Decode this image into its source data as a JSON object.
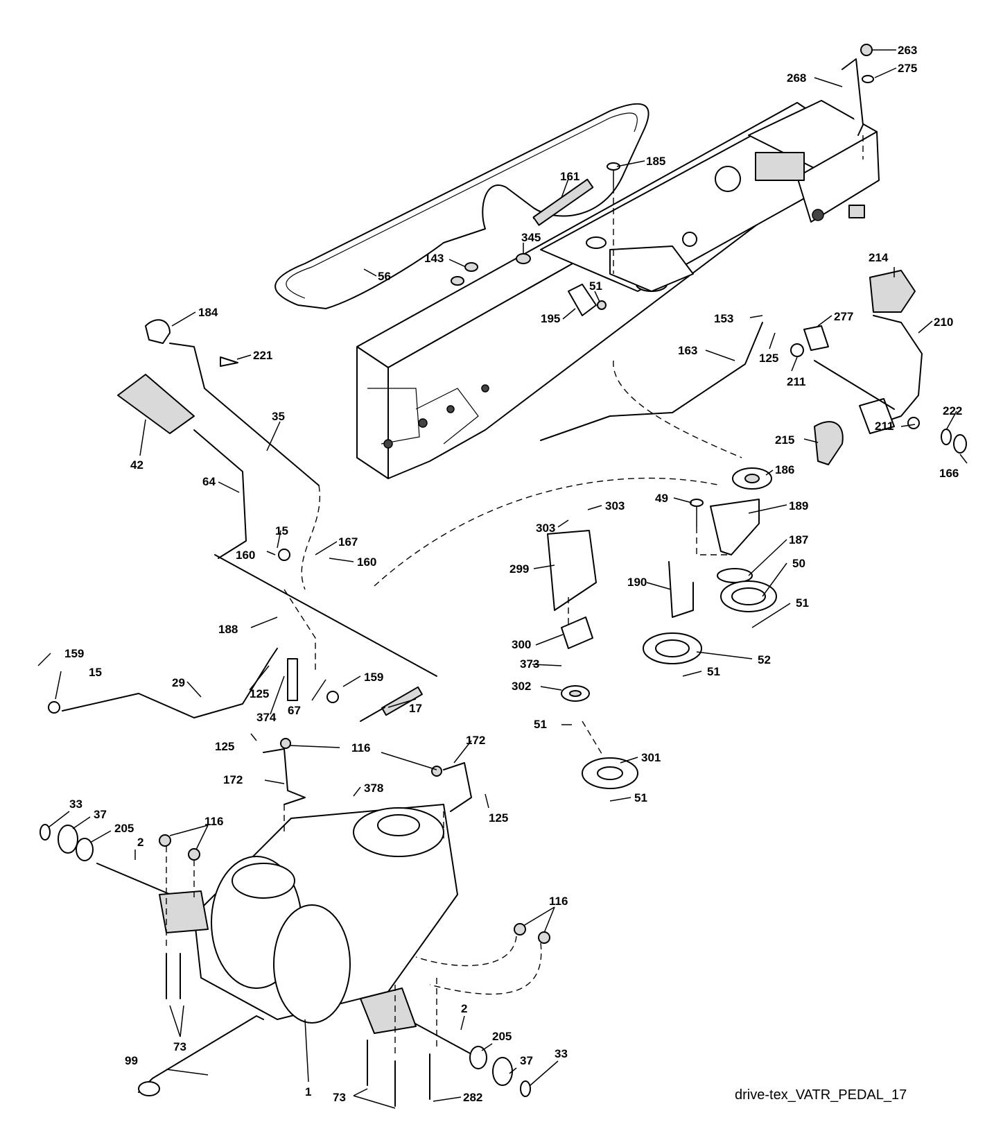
{
  "title": "drive-tex_VATR_PEDAL_17",
  "callouts": [
    {
      "n": "263"
    },
    {
      "n": "275"
    },
    {
      "n": "268"
    },
    {
      "n": "185"
    },
    {
      "n": "161"
    },
    {
      "n": "345"
    },
    {
      "n": "143"
    },
    {
      "n": "56"
    },
    {
      "n": "51"
    },
    {
      "n": "195"
    },
    {
      "n": "184"
    },
    {
      "n": "221"
    },
    {
      "n": "214"
    },
    {
      "n": "153"
    },
    {
      "n": "277"
    },
    {
      "n": "210"
    },
    {
      "n": "125"
    },
    {
      "n": "163"
    },
    {
      "n": "211"
    },
    {
      "n": "35"
    },
    {
      "n": "42"
    },
    {
      "n": "222"
    },
    {
      "n": "211"
    },
    {
      "n": "215"
    },
    {
      "n": "166"
    },
    {
      "n": "186"
    },
    {
      "n": "64"
    },
    {
      "n": "49"
    },
    {
      "n": "189"
    },
    {
      "n": "303"
    },
    {
      "n": "303"
    },
    {
      "n": "15"
    },
    {
      "n": "167"
    },
    {
      "n": "160"
    },
    {
      "n": "160"
    },
    {
      "n": "187"
    },
    {
      "n": "299"
    },
    {
      "n": "190"
    },
    {
      "n": "50"
    },
    {
      "n": "51"
    },
    {
      "n": "188"
    },
    {
      "n": "300"
    },
    {
      "n": "52"
    },
    {
      "n": "373"
    },
    {
      "n": "51"
    },
    {
      "n": "159"
    },
    {
      "n": "15"
    },
    {
      "n": "29"
    },
    {
      "n": "125"
    },
    {
      "n": "159"
    },
    {
      "n": "302"
    },
    {
      "n": "374"
    },
    {
      "n": "67"
    },
    {
      "n": "17"
    },
    {
      "n": "51"
    },
    {
      "n": "125"
    },
    {
      "n": "116"
    },
    {
      "n": "172"
    },
    {
      "n": "172"
    },
    {
      "n": "301"
    },
    {
      "n": "378"
    },
    {
      "n": "51"
    },
    {
      "n": "125"
    },
    {
      "n": "33"
    },
    {
      "n": "37"
    },
    {
      "n": "205"
    },
    {
      "n": "2"
    },
    {
      "n": "116"
    },
    {
      "n": "116"
    },
    {
      "n": "73"
    },
    {
      "n": "2"
    },
    {
      "n": "99"
    },
    {
      "n": "205"
    },
    {
      "n": "37"
    },
    {
      "n": "1"
    },
    {
      "n": "33"
    },
    {
      "n": "73"
    },
    {
      "n": "282"
    }
  ]
}
